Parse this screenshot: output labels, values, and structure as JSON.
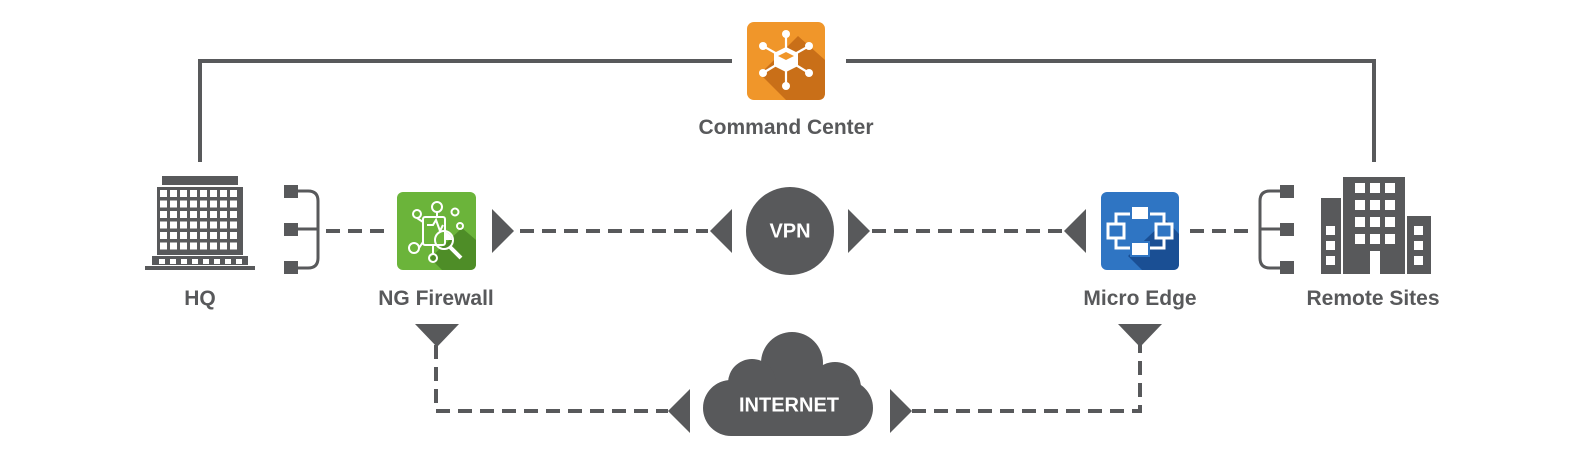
{
  "colors": {
    "line": "#58595b",
    "command_orange": "#f0962a",
    "command_orange_shade": "#c96f18",
    "firewall_green": "#6bb43a",
    "firewall_green_shade": "#4e8d27",
    "edge_blue": "#2f75c3",
    "edge_blue_shade": "#1a4f94",
    "bubble_gray": "#58595b",
    "white": "#ffffff"
  },
  "nodes": {
    "command_center": {
      "label": "Command Center",
      "icon": "hub-network-icon"
    },
    "hq": {
      "label": "HQ",
      "icon": "office-building-icon"
    },
    "ng_firewall": {
      "label": "NG Firewall",
      "icon": "firewall-inspect-icon"
    },
    "vpn": {
      "label": "VPN",
      "icon": "vpn-circle-icon"
    },
    "micro_edge": {
      "label": "Micro Edge",
      "icon": "micro-edge-icon"
    },
    "remote_sites": {
      "label": "Remote Sites",
      "icon": "remote-buildings-icon"
    },
    "internet": {
      "label": "INTERNET",
      "icon": "cloud-icon"
    }
  }
}
